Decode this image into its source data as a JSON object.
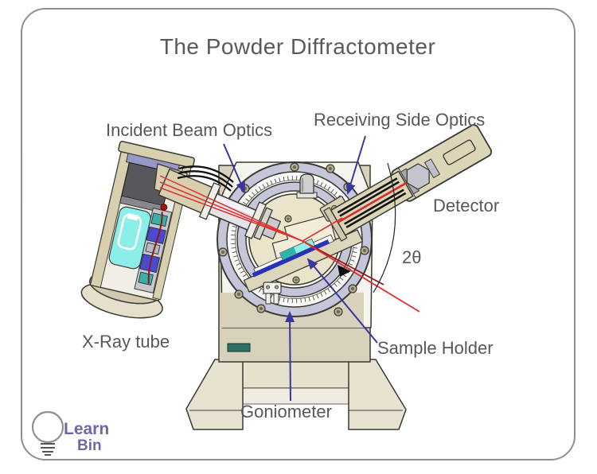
{
  "title": "The Powder Diffractometer",
  "labels": {
    "incident_beam_optics": "Incident Beam Optics",
    "receiving_side_optics": "Receiving Side Optics",
    "detector": "Detector",
    "two_theta": "2θ",
    "xray_tube": "X-Ray tube",
    "sample_holder": "Sample Holder",
    "goniometer": "Goniometer"
  },
  "logo": {
    "word1": "Learn",
    "word2": "Bin"
  },
  "colors": {
    "background": "#ffffff",
    "frame_border": "#8f8f8f",
    "label_text": "#58585b",
    "annotation_arrow": "#3a35a0",
    "xray_beam_red": "#e03030",
    "xray_beam_dark_red": "#8b1a1a",
    "machine_body_tan": "#d8d1bc",
    "goniometer_ring_periwinkle": "#c6c6da",
    "inner_disc_cream": "#ece4ca",
    "sample_cyan": "#8ff0ea",
    "component_teal": "#3ab0a5",
    "component_blue": "#4a4ace",
    "tube_glow_cyan": "#8ceee8",
    "display_teal": "#2f6e63",
    "logo_purple": "#6f67a8"
  }
}
